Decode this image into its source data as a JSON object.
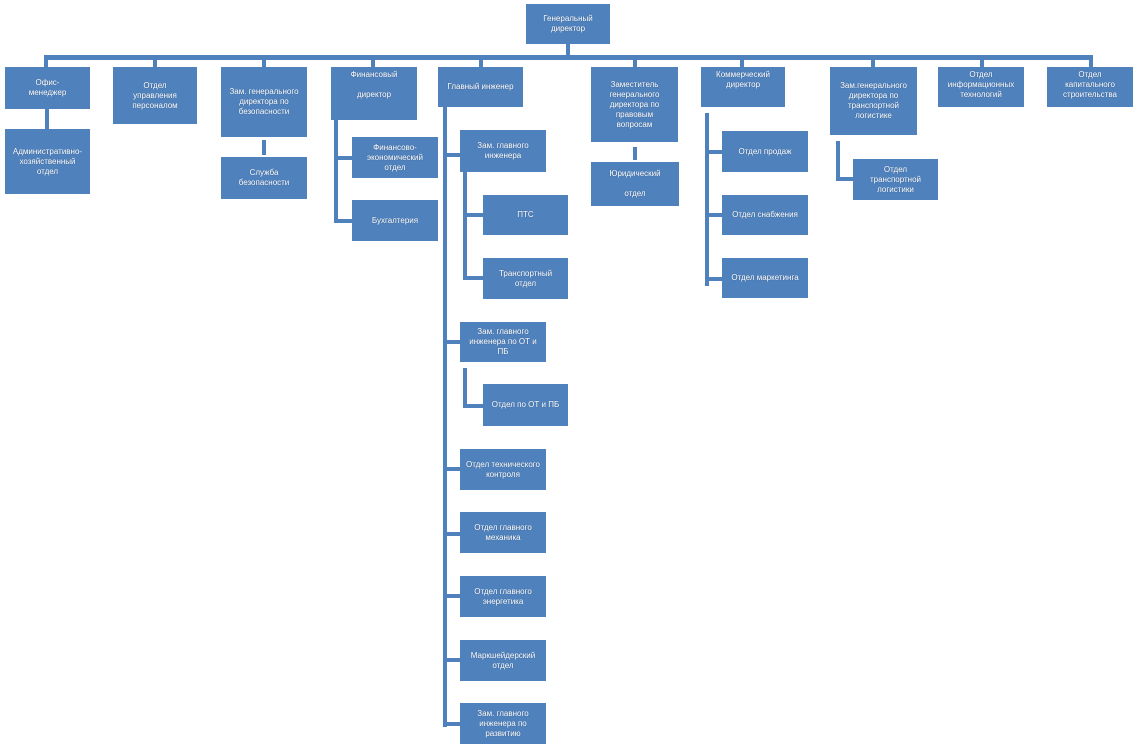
{
  "colors": {
    "node_fill": "#4f81bd",
    "connector": "#4f81bd",
    "text": "#ffffff",
    "background": "#ffffff"
  },
  "root": {
    "label": "Генеральный\nдиректор"
  },
  "level1": [
    {
      "label": "Офис-\nменеджер"
    },
    {
      "label": "Отдел\nуправления\nперсоналом"
    },
    {
      "label": "Зам. генерального\nдиректора  по\nбезопасности"
    },
    {
      "label": "Финансовый\n\nдиректор"
    },
    {
      "label": "Главный  инженер"
    },
    {
      "label": "Заместитель\nгенерального\nдиректора  по\nправовым\nвопросам"
    },
    {
      "label": "Коммерческий\nдиректор"
    },
    {
      "label": "Зам.генерального\nдиректора  по\nтранспортной\nлогистике"
    },
    {
      "label": "Отдел\nинформационных\nтехнологий"
    },
    {
      "label": "Отдел\nкапитального\nстроительства"
    }
  ],
  "children": {
    "office": [
      {
        "label": "Административно-\nхозяйственный\nотдел"
      }
    ],
    "security": [
      {
        "label": "Служба\nбезопасности"
      }
    ],
    "finance": [
      {
        "label": "Финансово-\nэкономический\nотдел"
      },
      {
        "label": "Бухгалтерия"
      }
    ],
    "legal": [
      {
        "label": "Юридический\n\nотдел"
      }
    ],
    "commercial": [
      {
        "label": "Отдел продаж"
      },
      {
        "label": "Отдел снабжения"
      },
      {
        "label": "Отдел маркетинга"
      }
    ],
    "logistics": [
      {
        "label": "Отдел\nтранспортной\nлогистики"
      }
    ],
    "chief_engineer": [
      {
        "label": "Зам. главного\nинженера"
      },
      {
        "label": "Зам. главного\nинженера  по ОТ и\nПБ"
      },
      {
        "label": "Отдел технического\nконтроля"
      },
      {
        "label": "Отдел главного\nмеханика"
      },
      {
        "label": "Отдел главного\nэнергетика"
      },
      {
        "label": "Маркшейдерский\nотдел"
      },
      {
        "label": "Зам. главного\nинженера  по\nразвитию"
      }
    ],
    "deputy_chief_engineer": [
      {
        "label": "ПТС"
      },
      {
        "label": "Транспортный\nотдел"
      }
    ],
    "deputy_ot_pb": [
      {
        "label": "Отдел по ОТ и ПБ"
      }
    ]
  }
}
